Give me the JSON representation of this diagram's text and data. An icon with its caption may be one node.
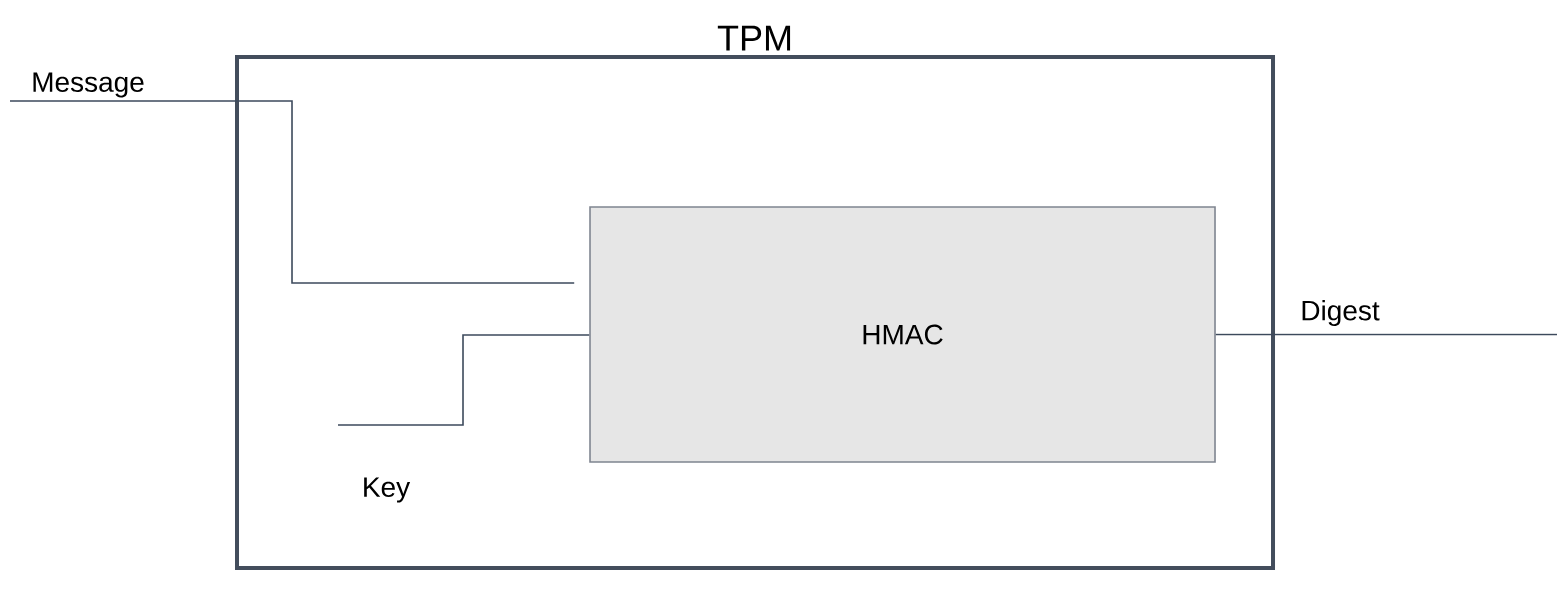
{
  "diagram": {
    "nodes": [
      {
        "text": [
          "TPM"
        ]
      },
      {
        "text": [
          "HMAC"
        ],
        "in": 0
      }
    ],
    "edges": [
      {
        "from": null,
        "to": 1,
        "arrow": "none",
        "label": "Message"
      },
      {
        "from": null,
        "to": 1,
        "arrow": "none",
        "label": "Key"
      },
      {
        "from": 1,
        "to": null,
        "arrow": "none",
        "label": "Digest"
      }
    ]
  }
}
